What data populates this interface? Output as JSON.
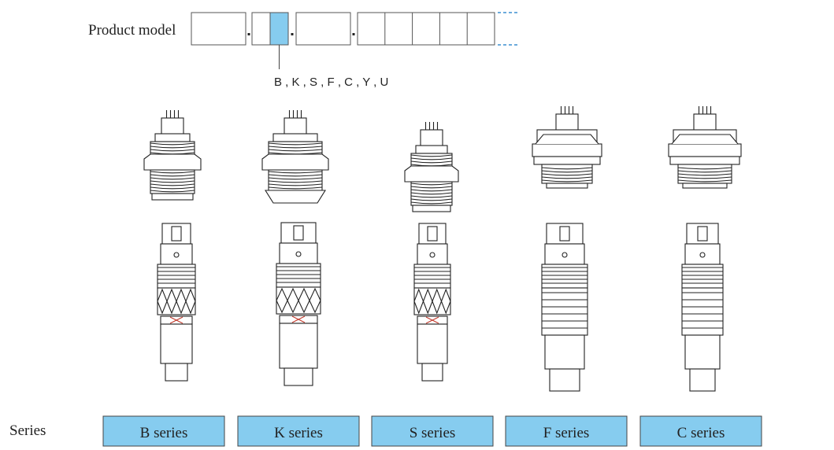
{
  "product_model": {
    "label": "Product model",
    "selector_options": "B , K , S , F , C , Y , U",
    "highlight_color": "#86ccef",
    "dash_color": "#3b8fd0"
  },
  "series": {
    "label": "Series",
    "box_color": "#86ccef",
    "items": [
      {
        "name": "B series"
      },
      {
        "name": "K series"
      },
      {
        "name": "S series"
      },
      {
        "name": "F series"
      },
      {
        "name": "C series"
      }
    ]
  }
}
